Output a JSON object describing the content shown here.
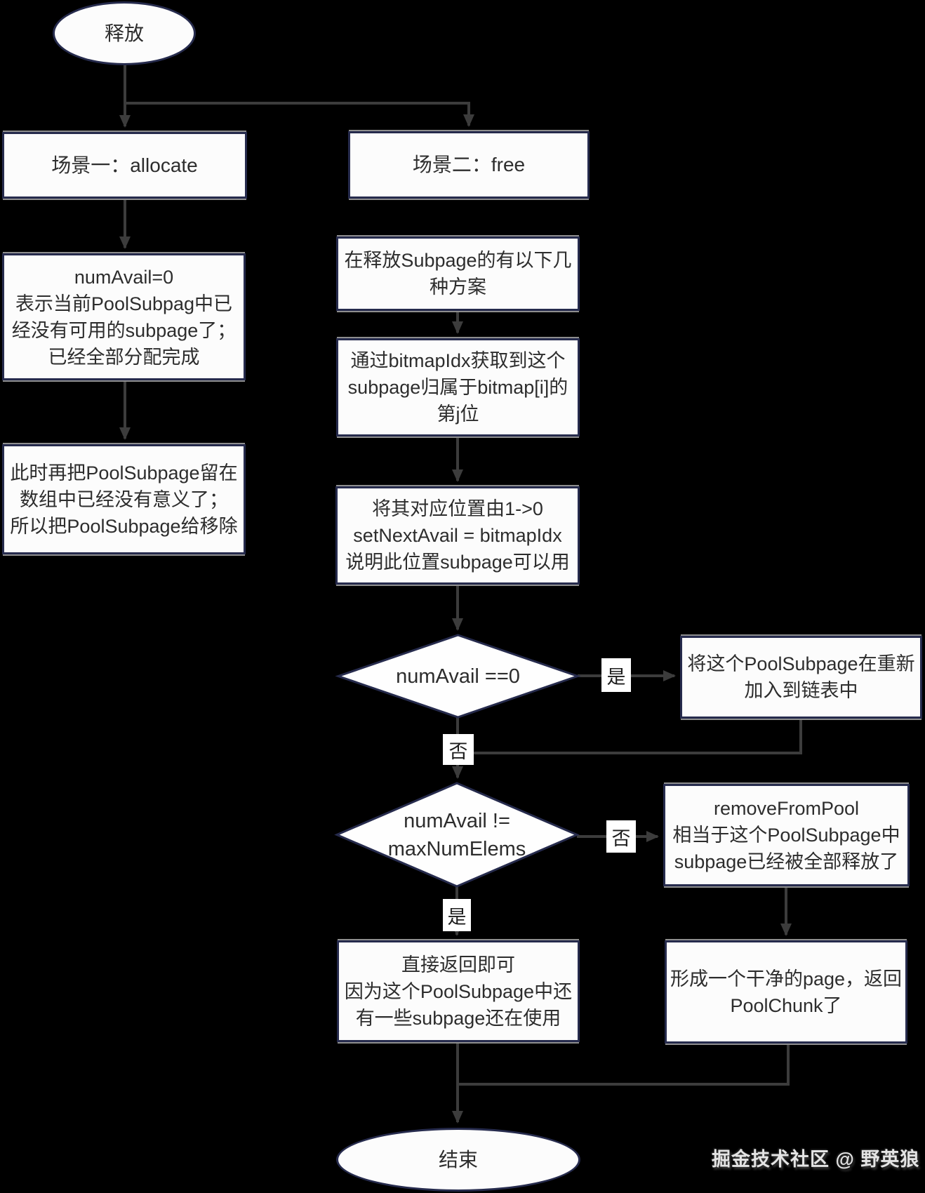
{
  "colors": {
    "background": "#000000",
    "node_fill": "#fcfcfc",
    "node_border": "#262b4d",
    "edge": "#3c3c3c",
    "edge_shadow_gray": "#8e8e8e",
    "text": "#2d2d2d"
  },
  "nodes": {
    "start": {
      "label": "释放",
      "type": "ellipse"
    },
    "scene_allocate": {
      "label": "场景一：allocate",
      "type": "rect"
    },
    "scene_free": {
      "label": "场景二：free",
      "type": "rect"
    },
    "num_avail_zero": {
      "label": "numAvail=0\n表示当前PoolSubpag中已\n经没有可用的subpage了；\n已经全部分配完成",
      "type": "rect"
    },
    "remove_subpage": {
      "label": "此时再把PoolSubpage留在\n数组中已经没有意义了；\n所以把PoolSubpage给移除",
      "type": "rect"
    },
    "free_intro": {
      "label": "在释放Subpage的有以下几\n种方案",
      "type": "rect"
    },
    "bitmap_idx": {
      "label": "通过bitmapIdx获取到这个\nsubpage归属于bitmap[i]的\n第j位",
      "type": "rect"
    },
    "set_next_avail": {
      "label": "将其对应位置由1->0\nsetNextAvail = bitmapIdx\n说明此位置subpage可以用",
      "type": "rect"
    },
    "decision_num_avail": {
      "label": "numAvail ==0",
      "type": "diamond"
    },
    "readd_to_list": {
      "label": "将这个PoolSubpage在重新\n加入到链表中",
      "type": "rect"
    },
    "decision_max_elems": {
      "label": "numAvail !=\nmaxNumElems",
      "type": "diamond"
    },
    "remove_from_pool": {
      "label": "removeFromPool\n相当于这个PoolSubpage中\nsubpage已经被全部释放了",
      "type": "rect"
    },
    "direct_return": {
      "label": "直接返回即可\n因为这个PoolSubpage中还\n有一些subpage还在使用",
      "type": "rect"
    },
    "clean_page": {
      "label": "形成一个干净的page，返回\nPoolChunk了",
      "type": "rect"
    },
    "end": {
      "label": "结束",
      "type": "ellipse"
    }
  },
  "edge_labels": {
    "yes_readd": "是",
    "no_continue": "否",
    "no_remove": "否",
    "yes_return": "是"
  },
  "watermark": "掘金技术社区 @ 野英狼"
}
